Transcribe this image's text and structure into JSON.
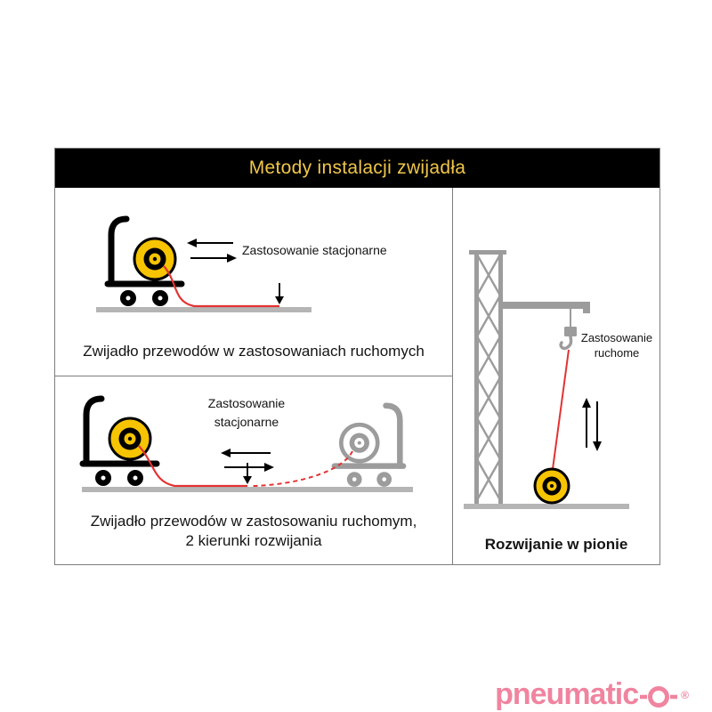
{
  "header": {
    "title": "Metody instalacji zwijadła"
  },
  "panels": {
    "stationary_top": {
      "label": "Zastosowanie stacjonarne",
      "caption": "Zwijadło przewodów w zastosowaniach ruchomych"
    },
    "two_direction": {
      "label_line1": "Zastosowanie",
      "label_line2": "stacjonarne",
      "caption_line1": "Zwijadło przewodów w zastosowaniu ruchomym,",
      "caption_line2": "2 kierunki rozwijania"
    },
    "vertical": {
      "label_line1": "Zastosowanie",
      "label_line2": "ruchome",
      "caption": "Rozwijanie w pionie"
    }
  },
  "logo": {
    "text": "pneumatic",
    "registered": "®"
  },
  "colors": {
    "title_yellow": "#f0c64a",
    "reel_yellow": "#f6c400",
    "hose_red": "#e23333",
    "logo_pink": "#f0849f",
    "ground_gray": "#b5b5b5",
    "ghost_gray": "#9c9c9c",
    "header_black": "#000000"
  }
}
